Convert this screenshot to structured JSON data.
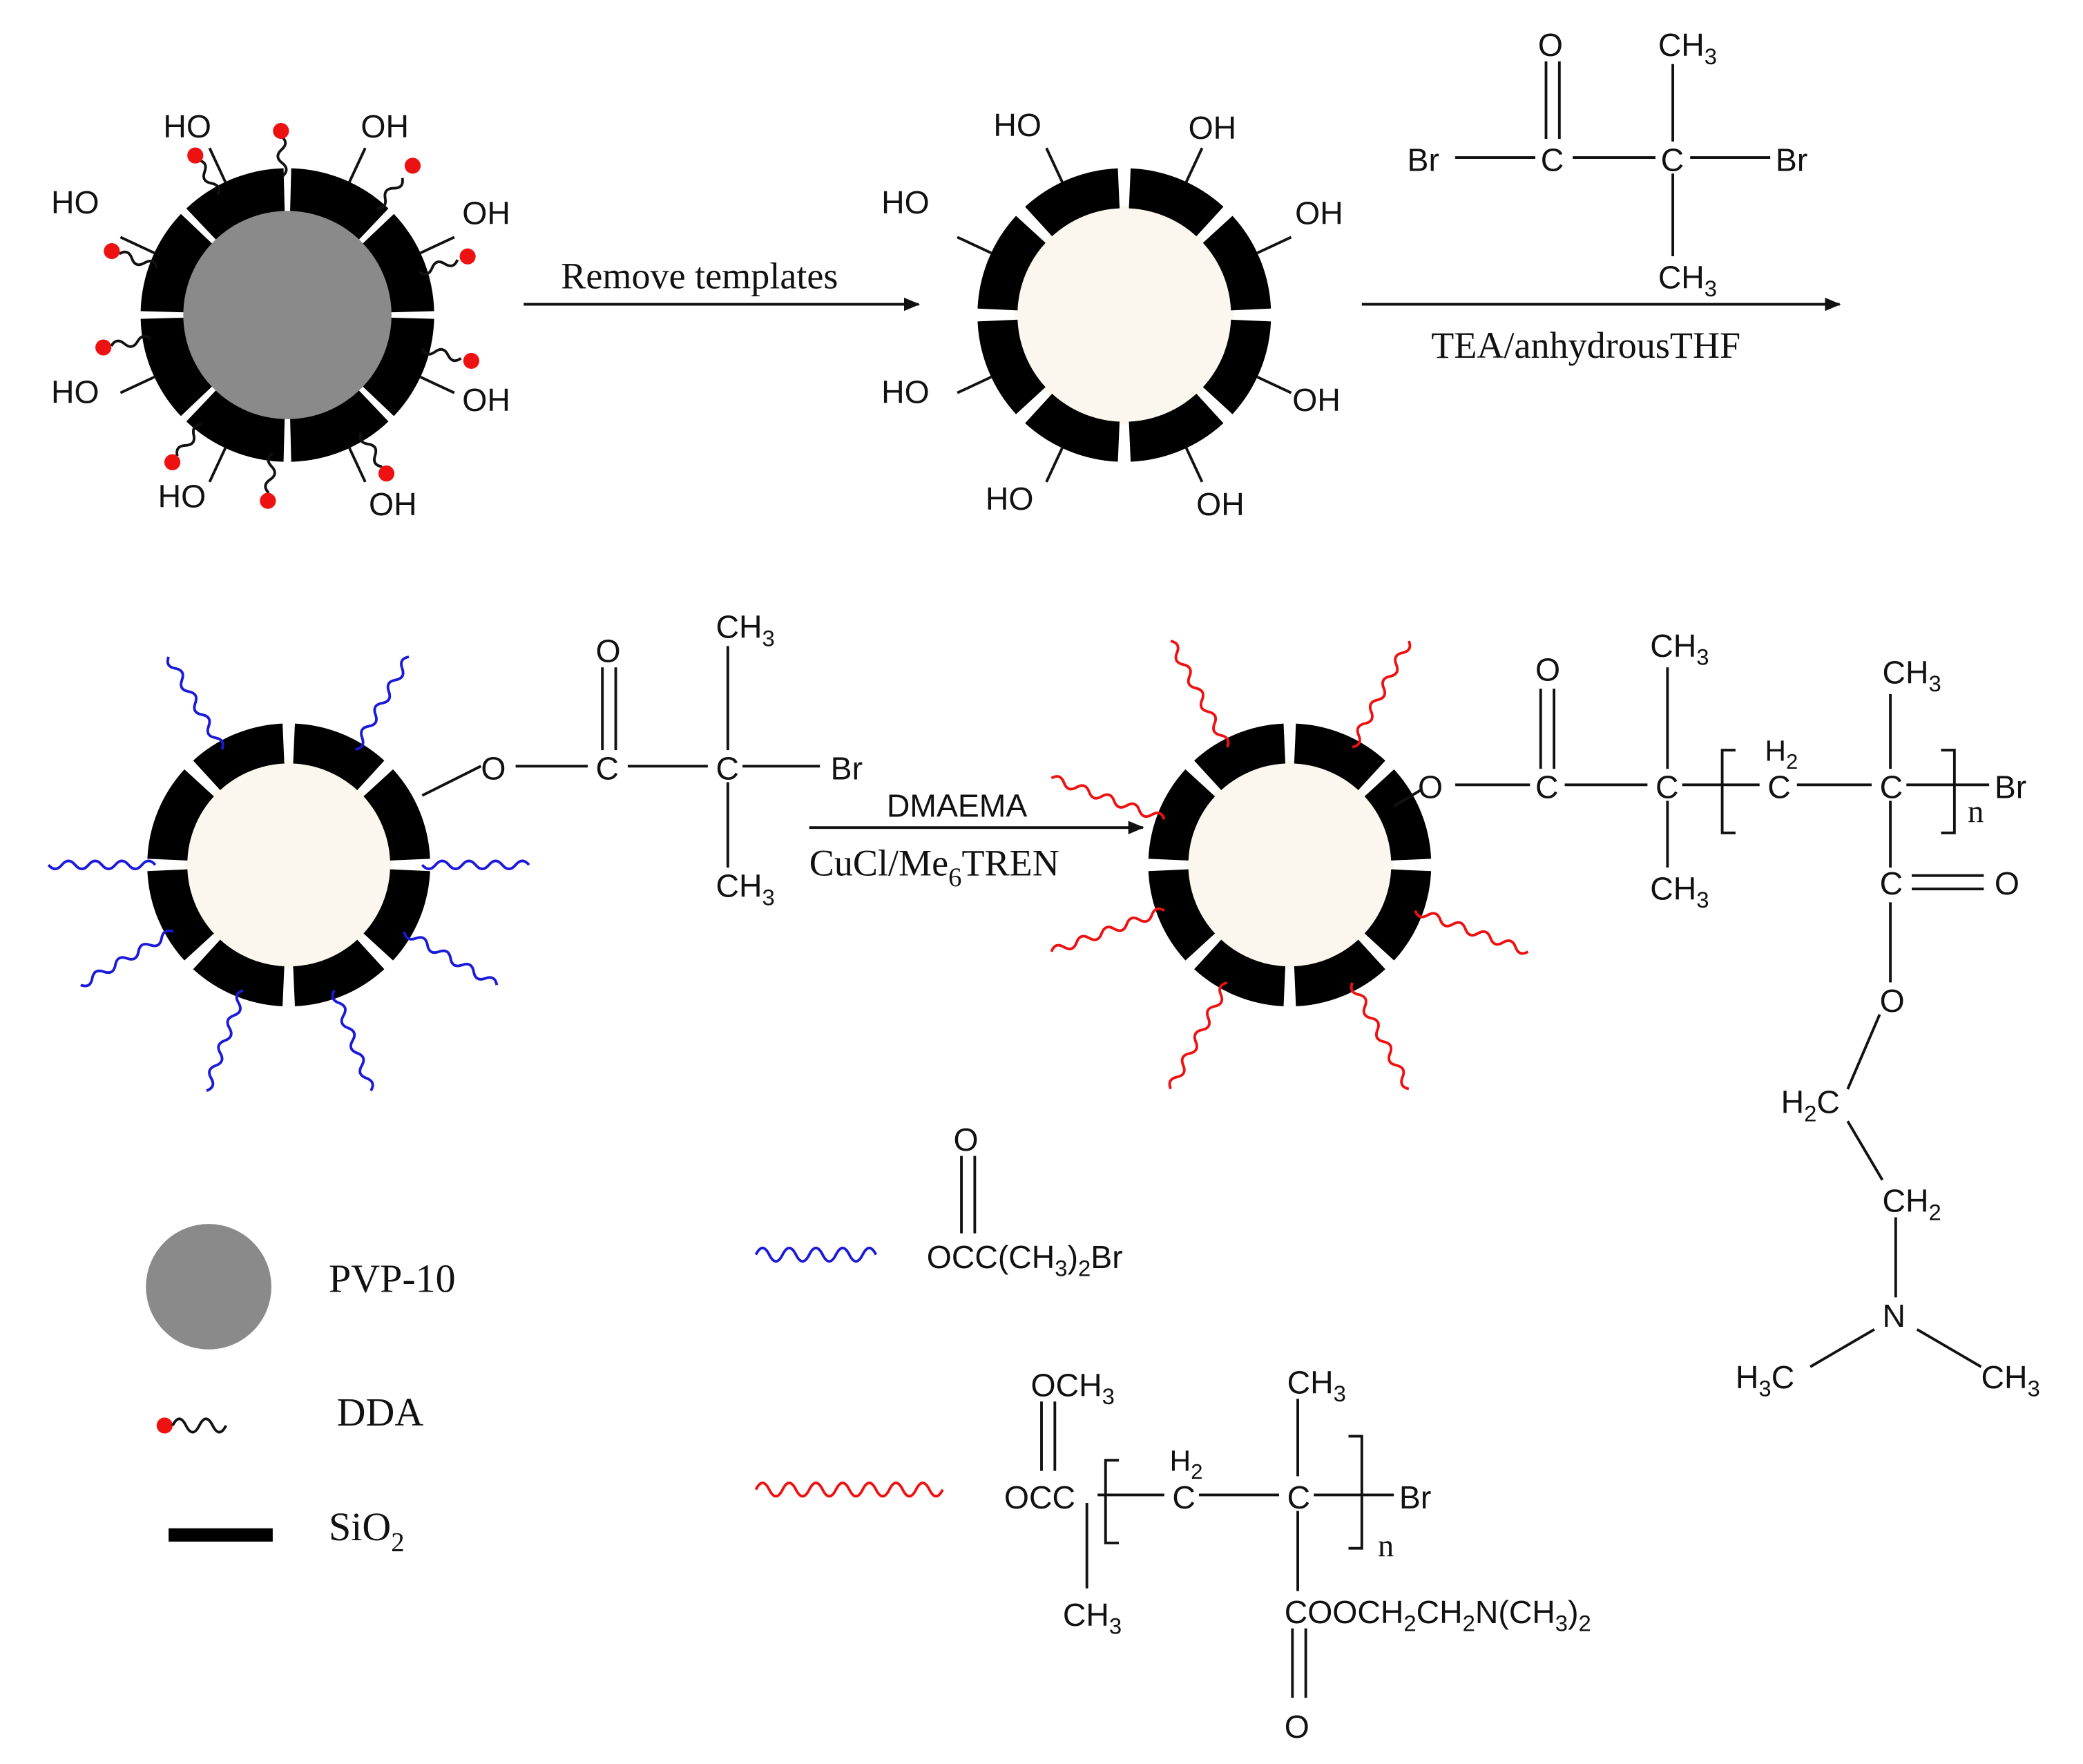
{
  "colors": {
    "pvp_core": "#8a8a8a",
    "hollow_core": "#fbf7ee",
    "silica_shell": "#000000",
    "dda_dot": "#ee1111",
    "initiator_chain": "#1a1ad8",
    "polymer_chain": "#ee1111"
  },
  "step1": {
    "arrow_label": "Remove templates",
    "hydroxyl": "HO",
    "hydroxyl_right": "OH"
  },
  "step2": {
    "reagent_condition": "TEA/anhydrousTHF",
    "bibb": {
      "o": "O",
      "ch3": "CH",
      "three": "3",
      "br": "Br",
      "c": "C"
    }
  },
  "step3": {
    "monomer": "DMAEMA",
    "catalyst": "CuCl/Me",
    "catalyst_sub": "6",
    "catalyst_tail": "TREN",
    "initiator": {
      "o": "O",
      "c": "C",
      "br": "Br",
      "ch3": "CH",
      "three": "3"
    },
    "polymer": {
      "o": "O",
      "c": "C",
      "br": "Br",
      "n": "n",
      "ch3": "CH",
      "three": "3",
      "h2": "H",
      "two": "2",
      "h2c": "H",
      "c_tail": "C",
      "ch2": "CH",
      "nitrogen": "N",
      "h3c": "H",
      "ch3_end": "CH"
    }
  },
  "legend": {
    "pvp": "PVP-10",
    "dda": "DDA",
    "sio2": "SiO",
    "sio2_sub": "2",
    "initiator_formula": "OCC(CH",
    "initiator_sub": "3",
    "initiator_tail": ")",
    "initiator_sub2": "2",
    "initiator_br": "Br",
    "initiator_o": "O",
    "polymer": {
      "och3": "OCH",
      "three": "3",
      "occ": "OCC",
      "ch3": "CH",
      "h2": "H",
      "two": "2",
      "c": "C",
      "br": "Br",
      "n": "n",
      "tail": "COOCH",
      "tail_a": "2",
      "tail_b": "CH",
      "tail_c": "2",
      "tail_d": "N(CH",
      "tail_e": "3",
      "tail_f": ")",
      "tail_g": "2",
      "o": "O"
    }
  }
}
